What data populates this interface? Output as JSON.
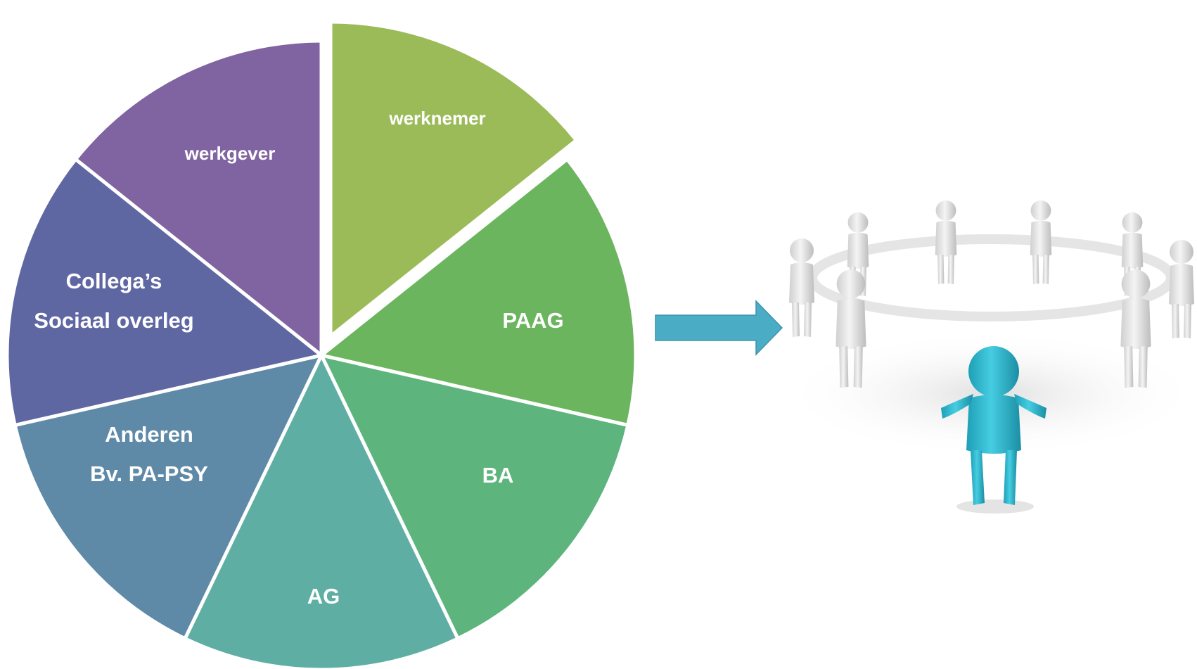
{
  "diagram": {
    "segments": [
      {
        "id": "werknemer",
        "lines": [
          "werknemer"
        ],
        "color": "#9BBB59",
        "exploded": true
      },
      {
        "id": "paag",
        "lines": [
          "PAAG"
        ],
        "color": "#6BB55E",
        "exploded": false
      },
      {
        "id": "ba",
        "lines": [
          "BA"
        ],
        "color": "#5DB47D",
        "exploded": false
      },
      {
        "id": "ag",
        "lines": [
          "AG"
        ],
        "color": "#5EAEA4",
        "exploded": false
      },
      {
        "id": "anderen",
        "lines": [
          "Anderen",
          "Bv. PA-PSY"
        ],
        "color": "#5E8AA8",
        "exploded": false
      },
      {
        "id": "collegas",
        "lines": [
          "Collega’s",
          "Sociaal overleg"
        ],
        "color": "#5F67A3",
        "exploded": false
      },
      {
        "id": "werkgever",
        "lines": [
          "werkgever"
        ],
        "color": "#8064A2",
        "exploded": false
      }
    ],
    "arrow": {
      "color": "#4BACC6",
      "stroke": "#3F93AB"
    },
    "illustration": {
      "description_icon": "people-circle-icon",
      "ring_color": "#E2E2E2",
      "center_figure_color": "#2FB8CF"
    }
  }
}
